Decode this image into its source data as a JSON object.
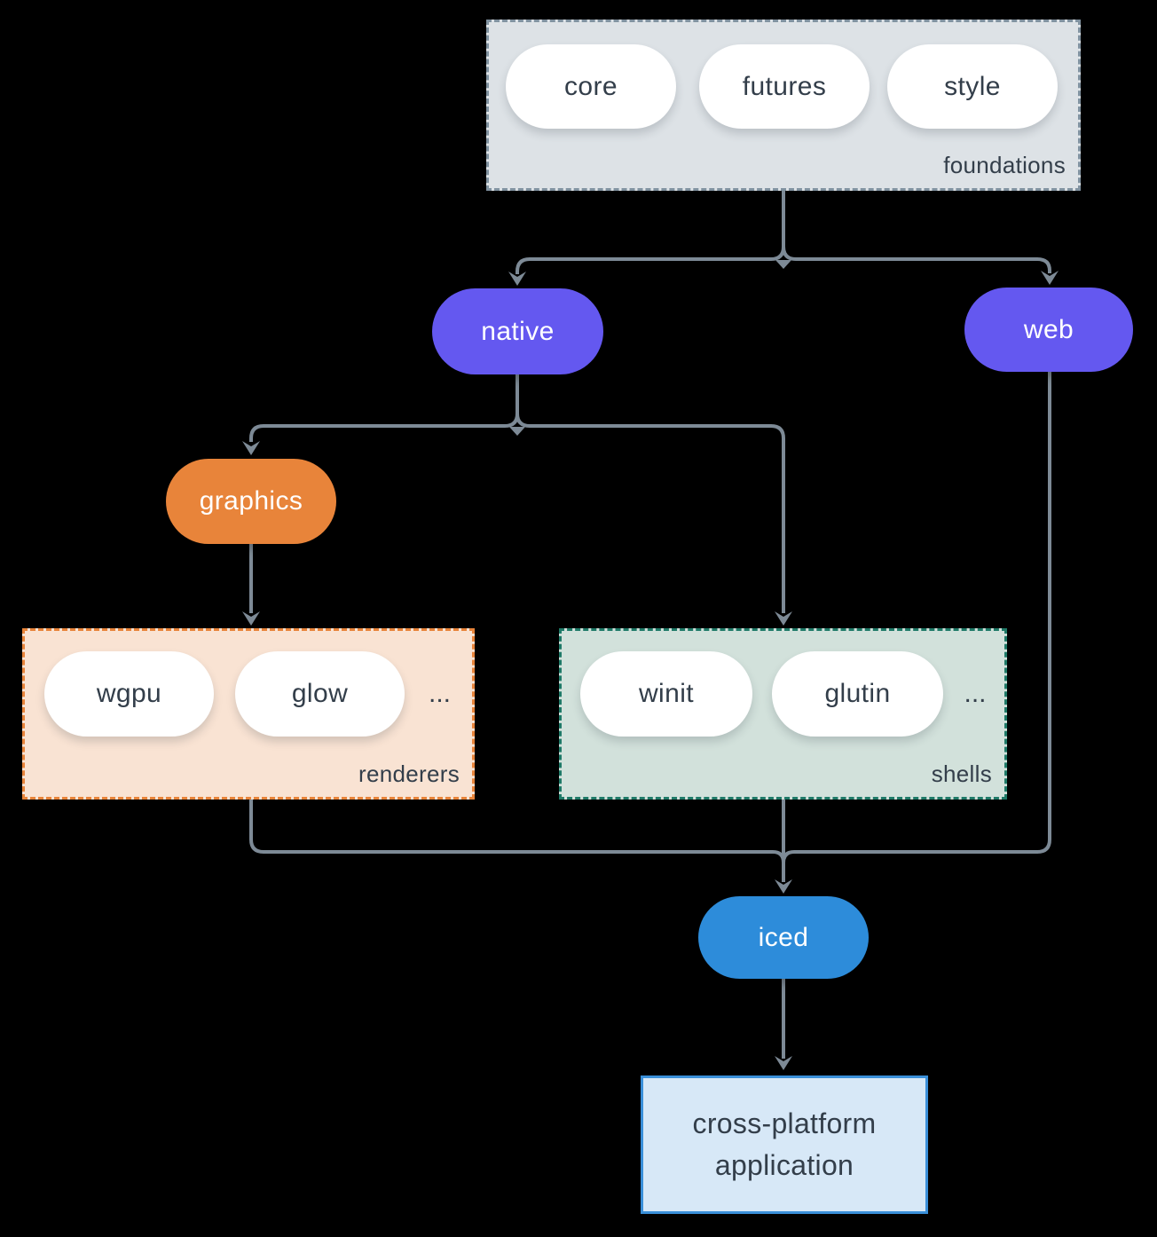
{
  "colors": {
    "bg": "#000000",
    "line": "#7d8a96",
    "text-dark": "#333e4a",
    "text-light": "#ffffff",
    "purple": "#6458f0",
    "orange": "#e8843a",
    "blue": "#2d8cda",
    "pill-bg": "#ffffff",
    "foundations-bg": "#dde2e6",
    "foundations-border": "#8092a0",
    "renderers-bg": "#f9e3d3",
    "renderers-border": "#e8843a",
    "shells-bg": "#d2e1db",
    "shells-border": "#1f7a68",
    "app-bg": "#d7e8f7",
    "app-border": "#3a8fd9"
  },
  "nodes": {
    "foundations": {
      "label": "foundations",
      "pills": [
        "core",
        "futures",
        "style"
      ]
    },
    "native": {
      "label": "native"
    },
    "web": {
      "label": "web"
    },
    "graphics": {
      "label": "graphics"
    },
    "renderers": {
      "label": "renderers",
      "pills": [
        "wgpu",
        "glow",
        "..."
      ]
    },
    "shells": {
      "label": "shells",
      "pills": [
        "winit",
        "glutin",
        "..."
      ]
    },
    "iced": {
      "label": "iced"
    },
    "application": {
      "line1": "cross-platform",
      "line2": "application"
    }
  }
}
